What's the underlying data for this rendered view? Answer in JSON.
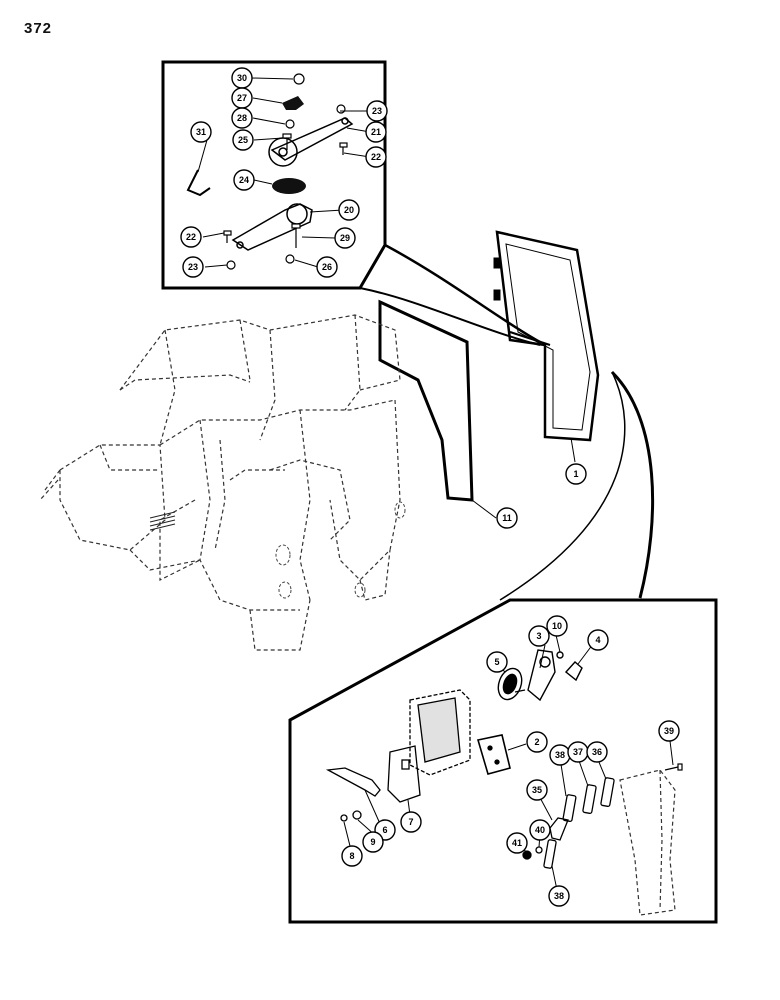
{
  "page": {
    "number": "372"
  },
  "callouts": {
    "c30": "30",
    "c27": "27",
    "c28": "28",
    "c25": "25",
    "c23a": "23",
    "c21": "21",
    "c22a": "22",
    "c31": "31",
    "c24": "24",
    "c20": "20",
    "c22b": "22",
    "c29": "29",
    "c23b": "23",
    "c26": "26",
    "c1": "1",
    "c11": "11",
    "c3": "3",
    "c10": "10",
    "c4": "4",
    "c5": "5",
    "c2": "2",
    "c39": "39",
    "c38a": "38",
    "c37": "37",
    "c36": "36",
    "c35": "35",
    "c6": "6",
    "c7": "7",
    "c9": "9",
    "c8": "8",
    "c40": "40",
    "c41": "41",
    "c38b": "38"
  }
}
